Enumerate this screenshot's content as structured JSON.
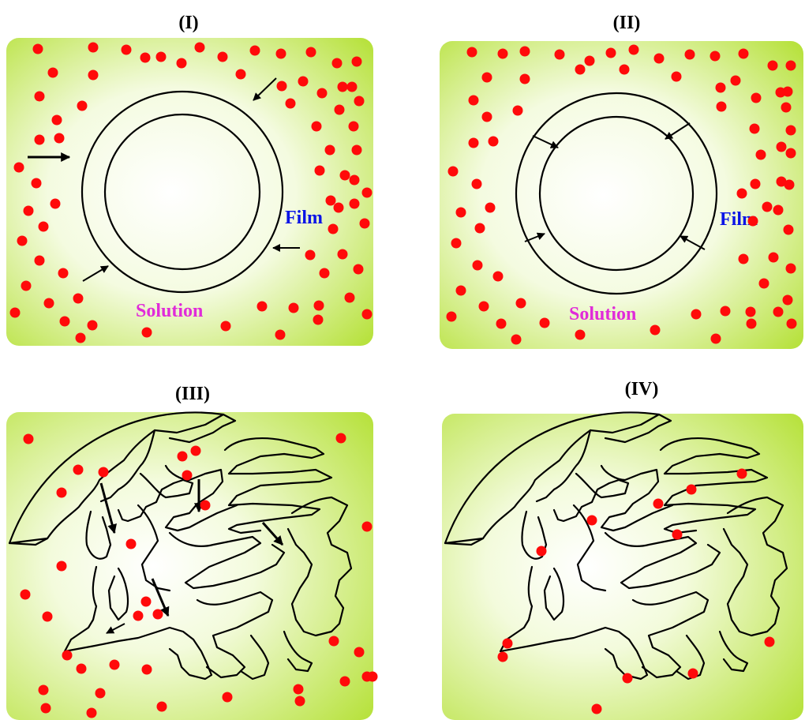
{
  "panels": [
    {
      "id": "I",
      "title": "(I)",
      "film_label": "Film",
      "solution_label": "Solution"
    },
    {
      "id": "II",
      "title": "(II)",
      "film_label": "Film",
      "solution_label": "Solution"
    },
    {
      "id": "III",
      "title": "(III)"
    },
    {
      "id": "IV",
      "title": "(IV)"
    }
  ],
  "colors": {
    "particle": "#ff0a0a",
    "film_label": "#0a14e6",
    "solution_label": "#e02bd9",
    "background_light": "#ffffff",
    "background_green": "#b8e33a"
  }
}
